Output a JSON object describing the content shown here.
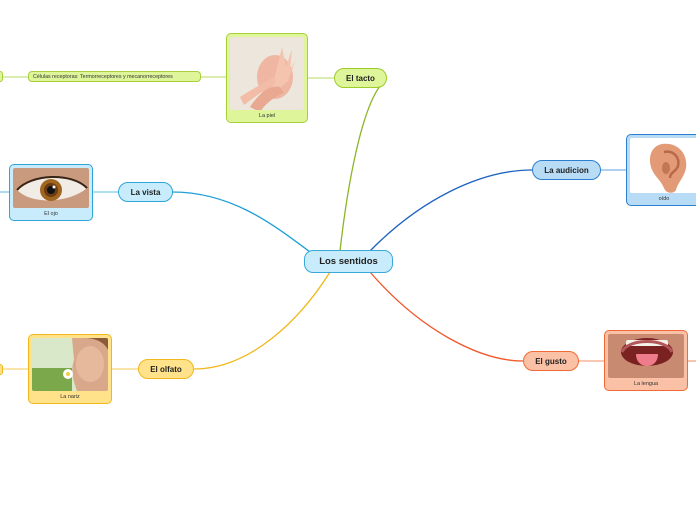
{
  "center": {
    "label": "Los sentidos",
    "bg": "#c8ecfb",
    "border": "#3aa9d8"
  },
  "branches": {
    "tacto": {
      "label": "El tacto",
      "bg": "#dff59a",
      "border": "#9ccc2a",
      "line": "#8ab626"
    },
    "vista": {
      "label": "La vista",
      "bg": "#c8ecfb",
      "border": "#2ea5d8",
      "line": "#1e9fd8"
    },
    "olfato": {
      "label": "El olfato",
      "bg": "#ffe28a",
      "border": "#f0b81c",
      "line": "#f0b81c"
    },
    "audicion": {
      "label": "La audicion",
      "bg": "#b9dcf6",
      "border": "#2f7fd0",
      "line": "#1f63c0"
    },
    "gusto": {
      "label": "El gusto",
      "bg": "#fbc1a6",
      "border": "#f06a35",
      "line": "#f0582a"
    }
  },
  "cards": {
    "piel": {
      "caption": "La piel",
      "image": "hands-image"
    },
    "ojo": {
      "caption": "El ojo",
      "image": "eye-image"
    },
    "nariz": {
      "caption": "La nariz",
      "image": "smelling-flower-image"
    },
    "oido": {
      "caption": "oído",
      "image": "ear-image"
    },
    "lengua": {
      "caption": "La lengua",
      "image": "tongue-image"
    }
  },
  "leaves": {
    "receptores": {
      "label": "Células receptoras: Termorreceptores y mecanorreceptores"
    }
  }
}
